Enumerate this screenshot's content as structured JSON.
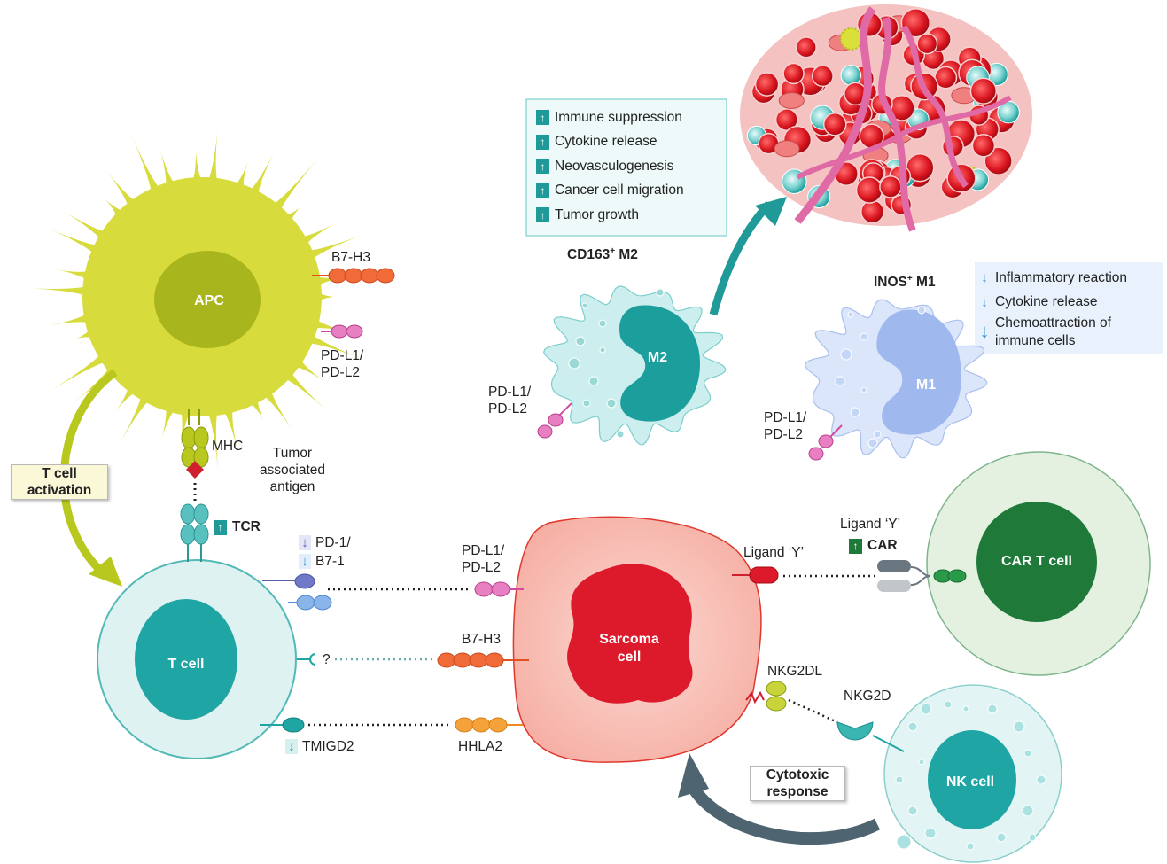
{
  "cells": {
    "apc": "APC",
    "t_cell": "T cell",
    "m2": "M2",
    "m1": "M1",
    "sarcoma": [
      "Sarcoma",
      "cell"
    ],
    "car_t": "CAR T cell",
    "nk": "NK cell"
  },
  "labels": {
    "apc_b7h3": "B7-H3",
    "apc_pdl": [
      "PD-L1/",
      "PD-L2"
    ],
    "mhc": "MHC",
    "tumor_antigen": [
      "Tumor",
      "associated",
      "antigen"
    ],
    "tcr": "TCR",
    "pd1": "PD-1/",
    "b71": "B7-1",
    "question": "?",
    "tmigd2": "TMIGD2",
    "sarcoma_pdl": [
      "PD-L1/",
      "PD-L2"
    ],
    "sarcoma_b7h3": "B7-H3",
    "hhla2": "HHLA2",
    "ligand_y_sarcoma": "Ligand ‘Y’",
    "ligand_y_car": "Ligand ‘Y’",
    "car": "CAR",
    "nkg2dl": "NKG2DL",
    "nkg2d": "NKG2D",
    "m2_title": "CD163",
    "m2_title_sup": "+",
    "m2_title_rest": " M2",
    "m2_pdl": [
      "PD-L1/",
      "PD-L2"
    ],
    "m1_title": "INOS",
    "m1_title_sup": "+",
    "m1_title_rest": " M1",
    "m1_pdl": [
      "PD-L1/",
      "PD-L2"
    ]
  },
  "m2_effects": [
    "Immune suppression",
    "Cytokine release",
    "Neovasculogenesis",
    "Cancer cell migration",
    "Tumor growth"
  ],
  "m1_effects": [
    "Inflammatory reaction",
    "Cytokine release",
    "Chemoattraction of immune cells"
  ],
  "tags": {
    "t_activation": [
      "T cell",
      "activation"
    ],
    "cytotoxic": [
      "Cytotoxic",
      "response"
    ]
  },
  "icons": {
    "up": "arrow-up-icon",
    "down": "arrow-down-icon"
  },
  "colors": {
    "apc": "#d7dc3c",
    "apc_nucleus": "#a9b51d",
    "t_cell": "#dff2f2",
    "t_nucleus": "#1fa6a4",
    "m2": "#cdeeee",
    "m2_nucleus": "#1c9f9c",
    "m1": "#dbe6fb",
    "m1_nucleus": "#9fb8ee",
    "sarcoma": "#f9c7bf",
    "sarcoma_nucleus": "#dd1a2b",
    "car_t": "#e4f1e1",
    "car_nucleus": "#1f7a3a",
    "nk": "#e2f4f4",
    "nk_nucleus": "#1fa6a4",
    "accent_teal": "#1f9a98",
    "arrow_green": "#b8c81e",
    "arrow_grey": "#4e6470"
  }
}
